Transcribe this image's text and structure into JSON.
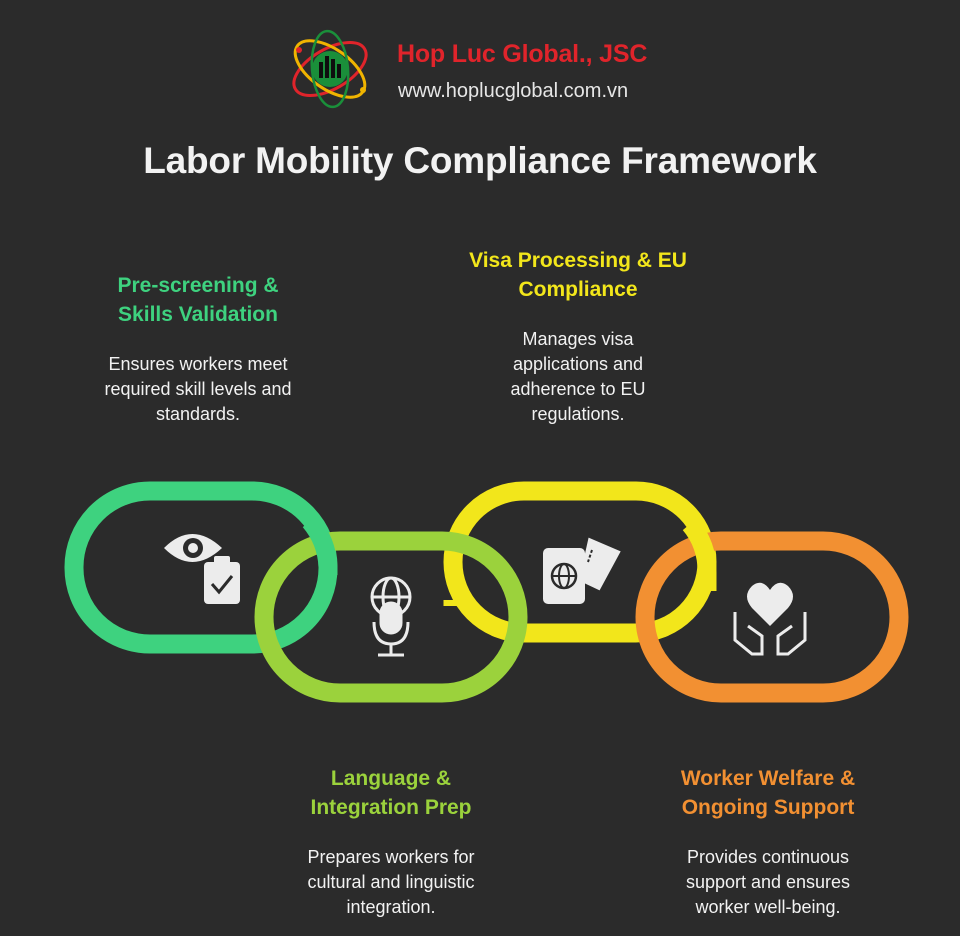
{
  "brand": {
    "name": "Hop Luc Global., JSC",
    "url": "www.hoplucglobal.com.vn"
  },
  "title": "Labor Mobility Compliance Framework",
  "steps": [
    {
      "title_lines": [
        "Pre-screening &",
        "Skills Validation"
      ],
      "desc_lines": [
        "Ensures workers meet",
        "required skill levels and",
        "standards."
      ],
      "color": "#3ed27f",
      "icon": "eye-clipboard-icon"
    },
    {
      "title_lines": [
        "Language &",
        "Integration Prep"
      ],
      "desc_lines": [
        "Prepares workers for",
        "cultural and linguistic",
        "integration."
      ],
      "color": "#9bd23c",
      "icon": "globe-microphone-icon"
    },
    {
      "title_lines": [
        "Visa Processing & EU",
        "Compliance"
      ],
      "desc_lines": [
        "Manages visa",
        "applications and",
        "adherence to EU",
        "regulations."
      ],
      "color": "#f2e61b",
      "icon": "passport-ticket-icon"
    },
    {
      "title_lines": [
        "Worker Welfare &",
        "Ongoing Support"
      ],
      "desc_lines": [
        "Provides continuous",
        "support and ensures",
        "worker well-being."
      ],
      "color": "#f29032",
      "icon": "heart-hands-icon"
    }
  ]
}
